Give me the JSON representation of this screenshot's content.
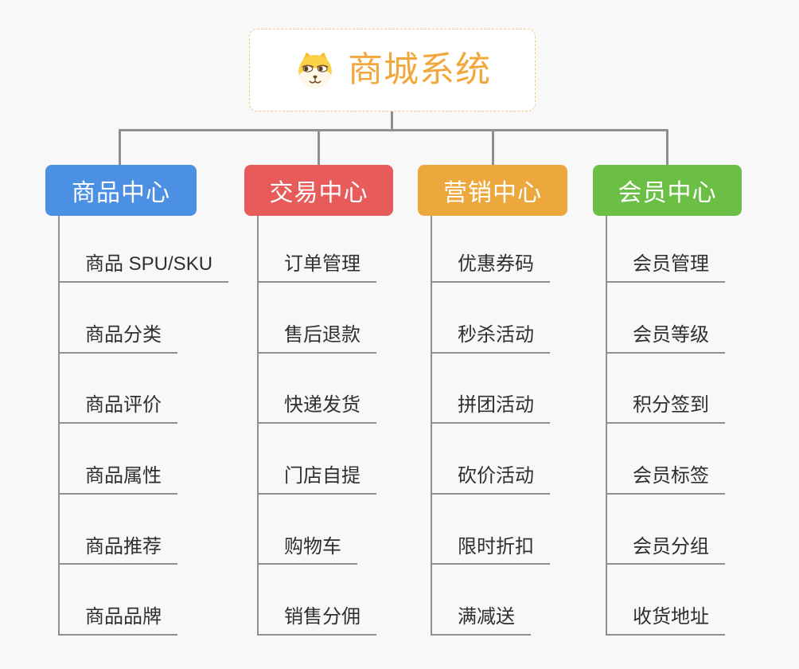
{
  "root": {
    "title": "商城系统",
    "icon": "dog-face-icon"
  },
  "colors": {
    "root_accent": "#F2A73C",
    "root_border": "#F3C87E",
    "connector_line": "#8F8F8F",
    "item_text": "#2F2F2F"
  },
  "branches": [
    {
      "label": "商品中心",
      "color": "#4B90E2",
      "items": [
        "商品 SPU/SKU",
        "商品分类",
        "商品评价",
        "商品属性",
        "商品推荐",
        "商品品牌"
      ]
    },
    {
      "label": "交易中心",
      "color": "#E75B5B",
      "items": [
        "订单管理",
        "售后退款",
        "快递发货",
        "门店自提",
        "购物车",
        "销售分佣"
      ]
    },
    {
      "label": "营销中心",
      "color": "#EDA83D",
      "items": [
        "优惠券码",
        "秒杀活动",
        "拼团活动",
        "砍价活动",
        "限时折扣",
        "满减送"
      ]
    },
    {
      "label": "会员中心",
      "color": "#6CBF45",
      "items": [
        "会员管理",
        "会员等级",
        "积分签到",
        "会员标签",
        "会员分组",
        "收货地址"
      ]
    }
  ]
}
